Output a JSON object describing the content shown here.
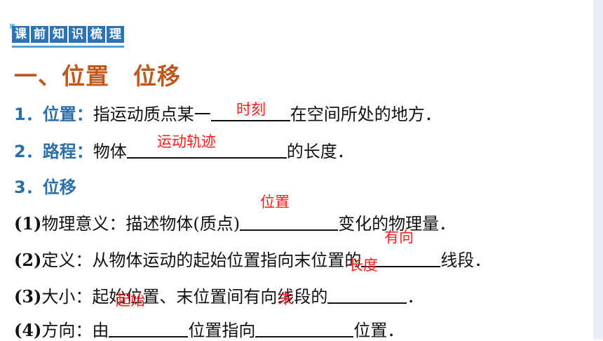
{
  "banner": {
    "chars": [
      "课",
      "前",
      "知",
      "识",
      "梳",
      "理"
    ]
  },
  "heading": "一、位置　位移",
  "items": {
    "l1": {
      "num": "1．",
      "kw": "位置：",
      "pre": "指运动质点某一",
      "post": "在空间所处的地方．"
    },
    "l2": {
      "num": "2．",
      "kw": "路程：",
      "pre": "物体",
      "post": "的长度．"
    },
    "l3": {
      "num": "3．",
      "kw": "位移"
    },
    "l4": {
      "idx": "(1)",
      "pre": "物理意义：描述物体(质点)",
      "post": "变化的物理量．"
    },
    "l5": {
      "idx": "(2)",
      "pre": "定义：从物体运动的起始位置指向末位置的",
      "post": "线段．"
    },
    "l6": {
      "idx": "(3)",
      "pre": "大小：起始位置、末位置间有向线段的",
      "post": "．"
    },
    "l7": {
      "idx": "(4)",
      "pre": "方向：由",
      "mid": "位置指向",
      "post": "位置．"
    }
  },
  "answers": {
    "a1": "时刻",
    "a2": "运动轨迹",
    "a3": "位置",
    "a4": "有向",
    "a5": "长度",
    "a6": "起始",
    "a7": "末"
  }
}
